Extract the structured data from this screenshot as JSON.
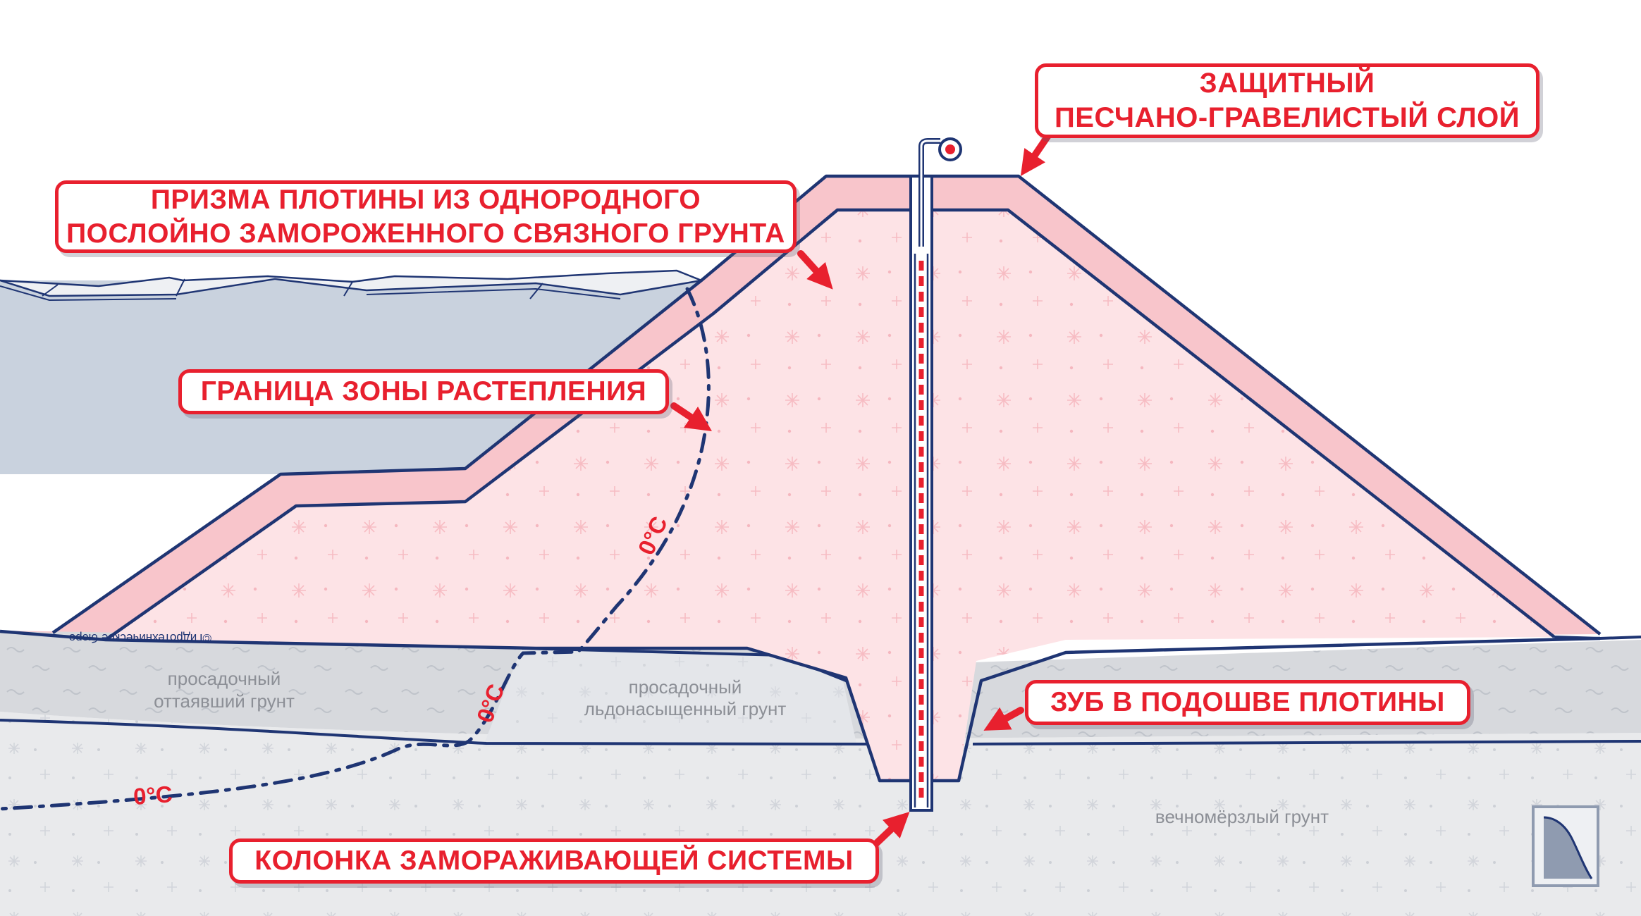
{
  "callouts": {
    "sand_layer": [
      "ЗАЩИТНЫЙ",
      "ПЕСЧАНО-ГРАВЕЛИСТЫЙ СЛОЙ"
    ],
    "dam_prism": [
      "ПРИЗМА ПЛОТИНЫ ИЗ ОДНОРОДНОГО",
      "ПОСЛОЙНО ЗАМОРОЖЕННОГО СВЯЗНОГО ГРУНТА"
    ],
    "thaw_boundary": [
      "ГРАНИЦА ЗОНЫ РАСТЕПЛЕНИЯ"
    ],
    "tooth": [
      "ЗУБ В ПОДОШВЕ ПЛОТИНЫ"
    ],
    "freeze_column": [
      "КОЛОНКА ЗАМОРАЖИВАЮЩЕЙ СИСТЕМЫ"
    ]
  },
  "ground_labels": {
    "thawed": [
      "просадочный",
      "оттаявший грунт"
    ],
    "ice_saturated": [
      "просадочный",
      "льдонасыщенный грунт"
    ],
    "permafrost": "вечномёрзлый грунт"
  },
  "isotherm_labels": [
    "0°C",
    "0°C",
    "0°C"
  ],
  "watermark": "©Гидротехническое бюро",
  "icon": "hydro-bureau-logo-icon",
  "colors": {
    "accent_red": "#e8202e",
    "outline_navy": "#1f3573",
    "dam_fill": "#fde3e6",
    "sand_layer_fill": "#f8c5cb",
    "water_fill": "#c9d2de",
    "thawed_ground_fill": "#d7d9dd",
    "permafrost_fill": "#e9eaec",
    "ice_fill": "#eef0f3"
  }
}
